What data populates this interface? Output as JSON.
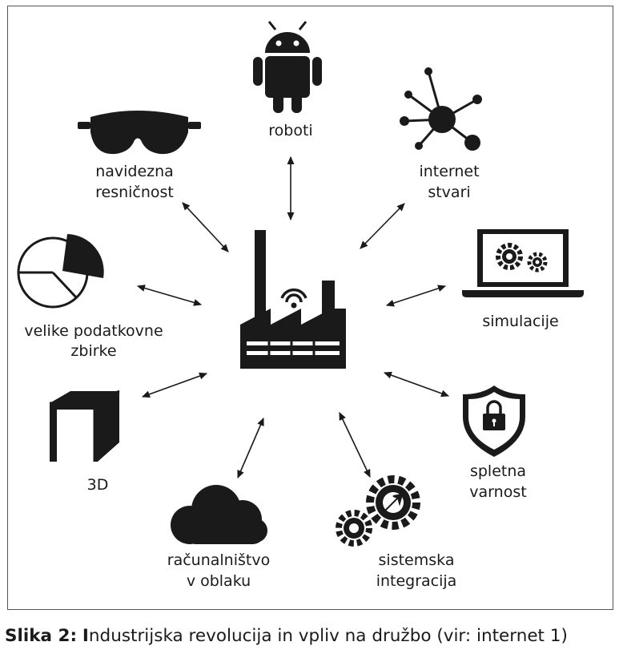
{
  "nodes": {
    "robots": "roboti",
    "iot_line1": "internet",
    "iot_line2": "stvari",
    "vr_line1": "navidezna",
    "vr_line2": "resničnost",
    "sim": "simulacije",
    "bigdata_line1": "velike podatkovne",
    "bigdata_line2": "zbirke",
    "security_line1": "spletna",
    "security_line2": "varnost",
    "three_d": "3D",
    "cloud_line1": "računalništvo",
    "cloud_line2": "v oblaku",
    "integration_line1": "sistemska",
    "integration_line2": "integracija"
  },
  "caption": {
    "label": "Slika 2:",
    "bold_initial": "I",
    "text": "ndustrijska revolucija in vpliv na družbo (vir: internet 1)"
  },
  "icons": [
    "factory-icon",
    "android-robot-icon",
    "network-hub-icon",
    "vr-goggles-icon",
    "laptop-gears-icon",
    "pie-chart-icon",
    "shield-lock-icon",
    "cube-icon",
    "cloud-icon",
    "gears-icon"
  ]
}
